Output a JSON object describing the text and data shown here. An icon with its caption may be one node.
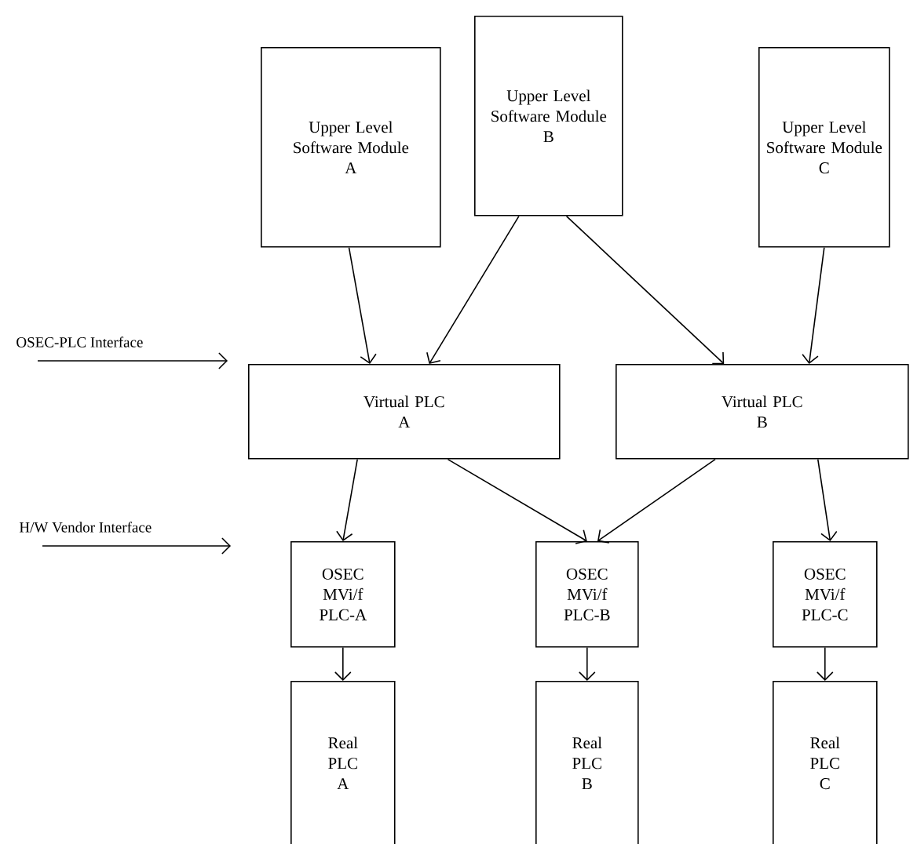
{
  "diagram": {
    "nodes": [
      {
        "text": [
          "Upper Level Software Module",
          "A"
        ]
      },
      {
        "text": [
          "Upper Level Software Module",
          "B"
        ]
      },
      {
        "text": [
          "Upper Level Software Module",
          "C"
        ]
      },
      {
        "text": [
          "Virtual PLC",
          "A"
        ]
      },
      {
        "text": [
          "Virtual PLC",
          "B"
        ]
      },
      {
        "text": [
          "OSEC MVi/f PLC-A"
        ]
      },
      {
        "text": [
          "OSEC MVi/f PLC-B"
        ]
      },
      {
        "text": [
          "OSEC MVi/f PLC-C"
        ]
      },
      {
        "text": [
          "Real PLC",
          "A"
        ]
      },
      {
        "text": [
          "Real PLC",
          "B"
        ]
      },
      {
        "text": [
          "Real PLC",
          "C"
        ]
      }
    ],
    "edges": [
      {
        "from": 0,
        "to": 3,
        "arrow": "to"
      },
      {
        "from": 1,
        "to": 3,
        "arrow": "to"
      },
      {
        "from": 1,
        "to": 4,
        "arrow": "to"
      },
      {
        "from": 2,
        "to": 4,
        "arrow": "to"
      },
      {
        "from": 3,
        "to": 5,
        "arrow": "to"
      },
      {
        "from": 3,
        "to": 6,
        "arrow": "to"
      },
      {
        "from": 4,
        "to": 6,
        "arrow": "to"
      },
      {
        "from": 4,
        "to": 7,
        "arrow": "to"
      },
      {
        "from": 5,
        "to": 8,
        "arrow": "to"
      },
      {
        "from": 6,
        "to": 9,
        "arrow": "to"
      },
      {
        "from": 7,
        "to": 10,
        "arrow": "to"
      }
    ],
    "labels": [
      "OSEC-PLC Interface",
      "H/W Vendor Interface"
    ]
  }
}
